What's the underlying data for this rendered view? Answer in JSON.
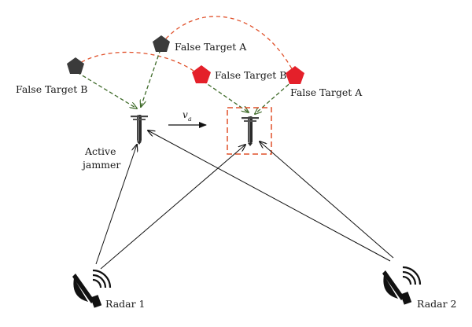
{
  "labels": {
    "false_target_a_top": "False Target A",
    "false_target_b_left": "False Target B",
    "false_target_b_mid": "False Target B",
    "false_target_a_right": "False Target A",
    "active_jammer_line1": "Active",
    "active_jammer_line2": "jammer",
    "velocity_symbol": "v",
    "velocity_subscript": "a",
    "radar_1": "Radar 1",
    "radar_2": "Radar 2"
  },
  "colors": {
    "dark_target": "#3b3b3b",
    "red_target": "#e4202a",
    "red_dashed_arc": "#e0502a",
    "green_dashed_line": "#3f6b2a",
    "selection_box": "#e0502a",
    "solid_line": "#111111"
  },
  "icons": {
    "jammer": "missile-jammer-icon",
    "radar": "radar-dish-icon",
    "target": "pentagon-icon"
  }
}
